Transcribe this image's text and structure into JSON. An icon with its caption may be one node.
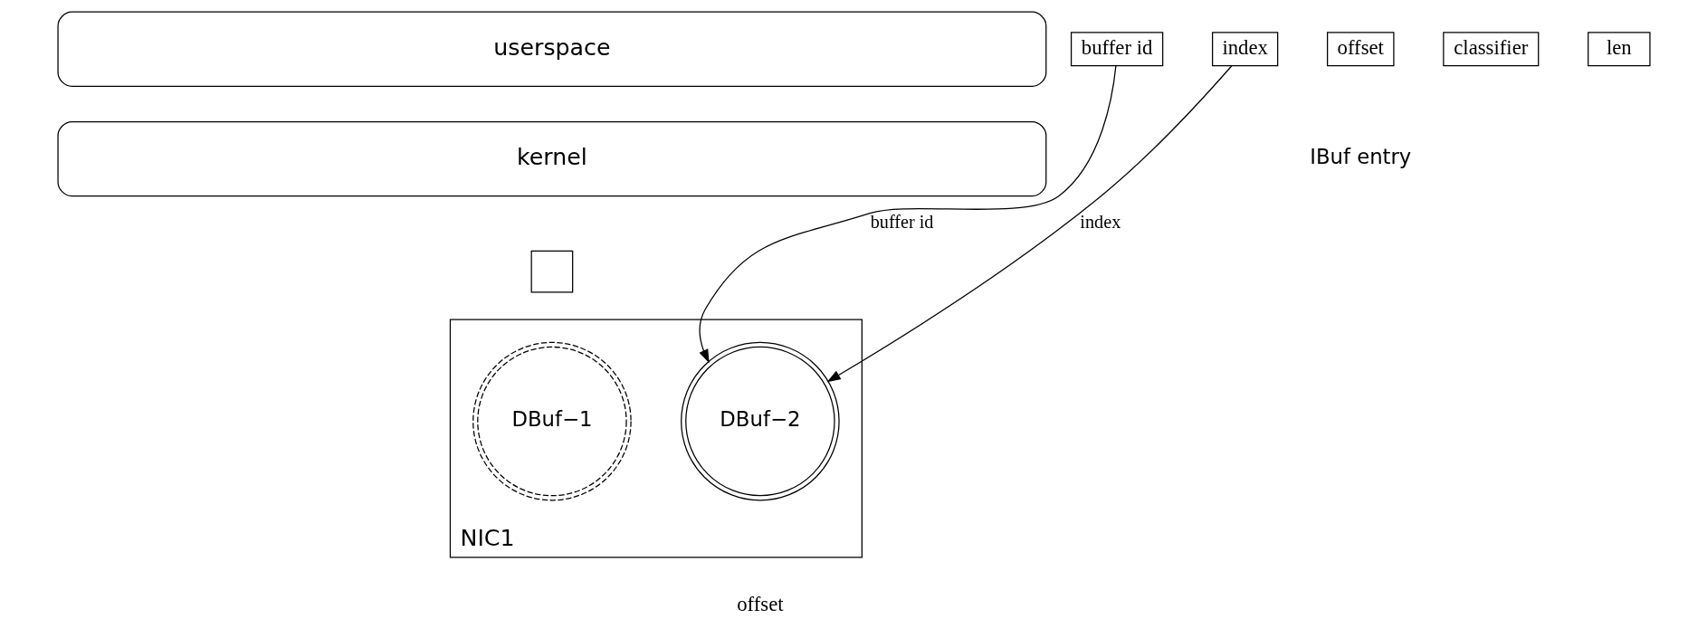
{
  "diagram": {
    "nodes": [
      {
        "text": [
          "userspace"
        ]
      },
      {
        "text": [
          "kernel"
        ]
      },
      {
        "text": [],
        "shape": "box"
      },
      {
        "text": [
          "NIC1"
        ]
      },
      {
        "text": [
          "DBuf−1"
        ],
        "in": 3
      },
      {
        "text": [
          "DBuf−2"
        ],
        "in": 3
      },
      {
        "text": [
          "buffer id"
        ]
      },
      {
        "text": [
          "index"
        ]
      },
      {
        "text": [
          "offset"
        ]
      },
      {
        "text": [
          "classifier"
        ]
      },
      {
        "text": [
          "len"
        ]
      }
    ],
    "edges": [
      {
        "from": 6,
        "to": 5,
        "arrow": "to",
        "label": "buffer id"
      },
      {
        "from": 7,
        "to": 5,
        "arrow": "to",
        "label": "index"
      }
    ],
    "labels": [
      "offset",
      "IBuf entry"
    ]
  }
}
